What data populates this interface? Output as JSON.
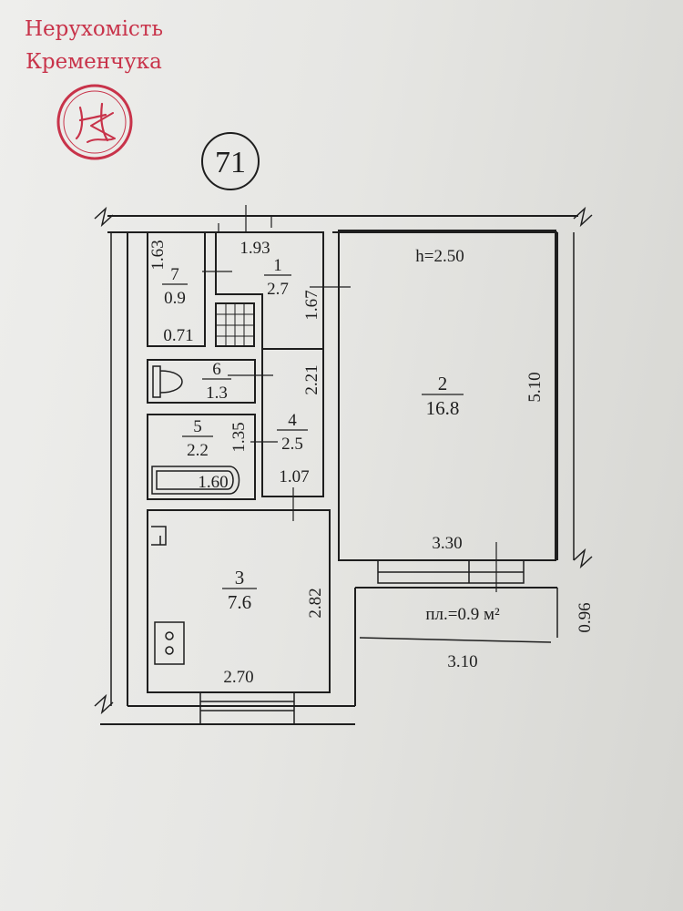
{
  "brand": {
    "line1": "Нерухомість",
    "line2": "Кременчука",
    "logo_icon": "nk-monogram-seal",
    "color": "#c8334a"
  },
  "plan": {
    "apartment_number": "71",
    "ceiling_height": "h=2.50",
    "rooms": [
      {
        "id": "1",
        "area": "2.7"
      },
      {
        "id": "2",
        "area": "16.8"
      },
      {
        "id": "3",
        "area": "7.6"
      },
      {
        "id": "4",
        "area": "2.5"
      },
      {
        "id": "5",
        "area": "2.2"
      },
      {
        "id": "6",
        "area": "1.3"
      },
      {
        "id": "7",
        "area": "0.9"
      }
    ],
    "dimensions": {
      "d1_93": "1.93",
      "d1_63": "1.63",
      "d0_71": "0.71",
      "d1_67": "1.67",
      "d2_21": "2.21",
      "d1_35": "1.35",
      "d1_60": "1.60",
      "d1_07": "1.07",
      "d5_10": "5.10",
      "d3_30": "3.30",
      "d2_82": "2.82",
      "d2_70": "2.70",
      "d0_96": "0.96",
      "d3_10": "3.10"
    },
    "balcony_area": "пл.=0.9 м²",
    "line_color": "#1e1e1e"
  }
}
